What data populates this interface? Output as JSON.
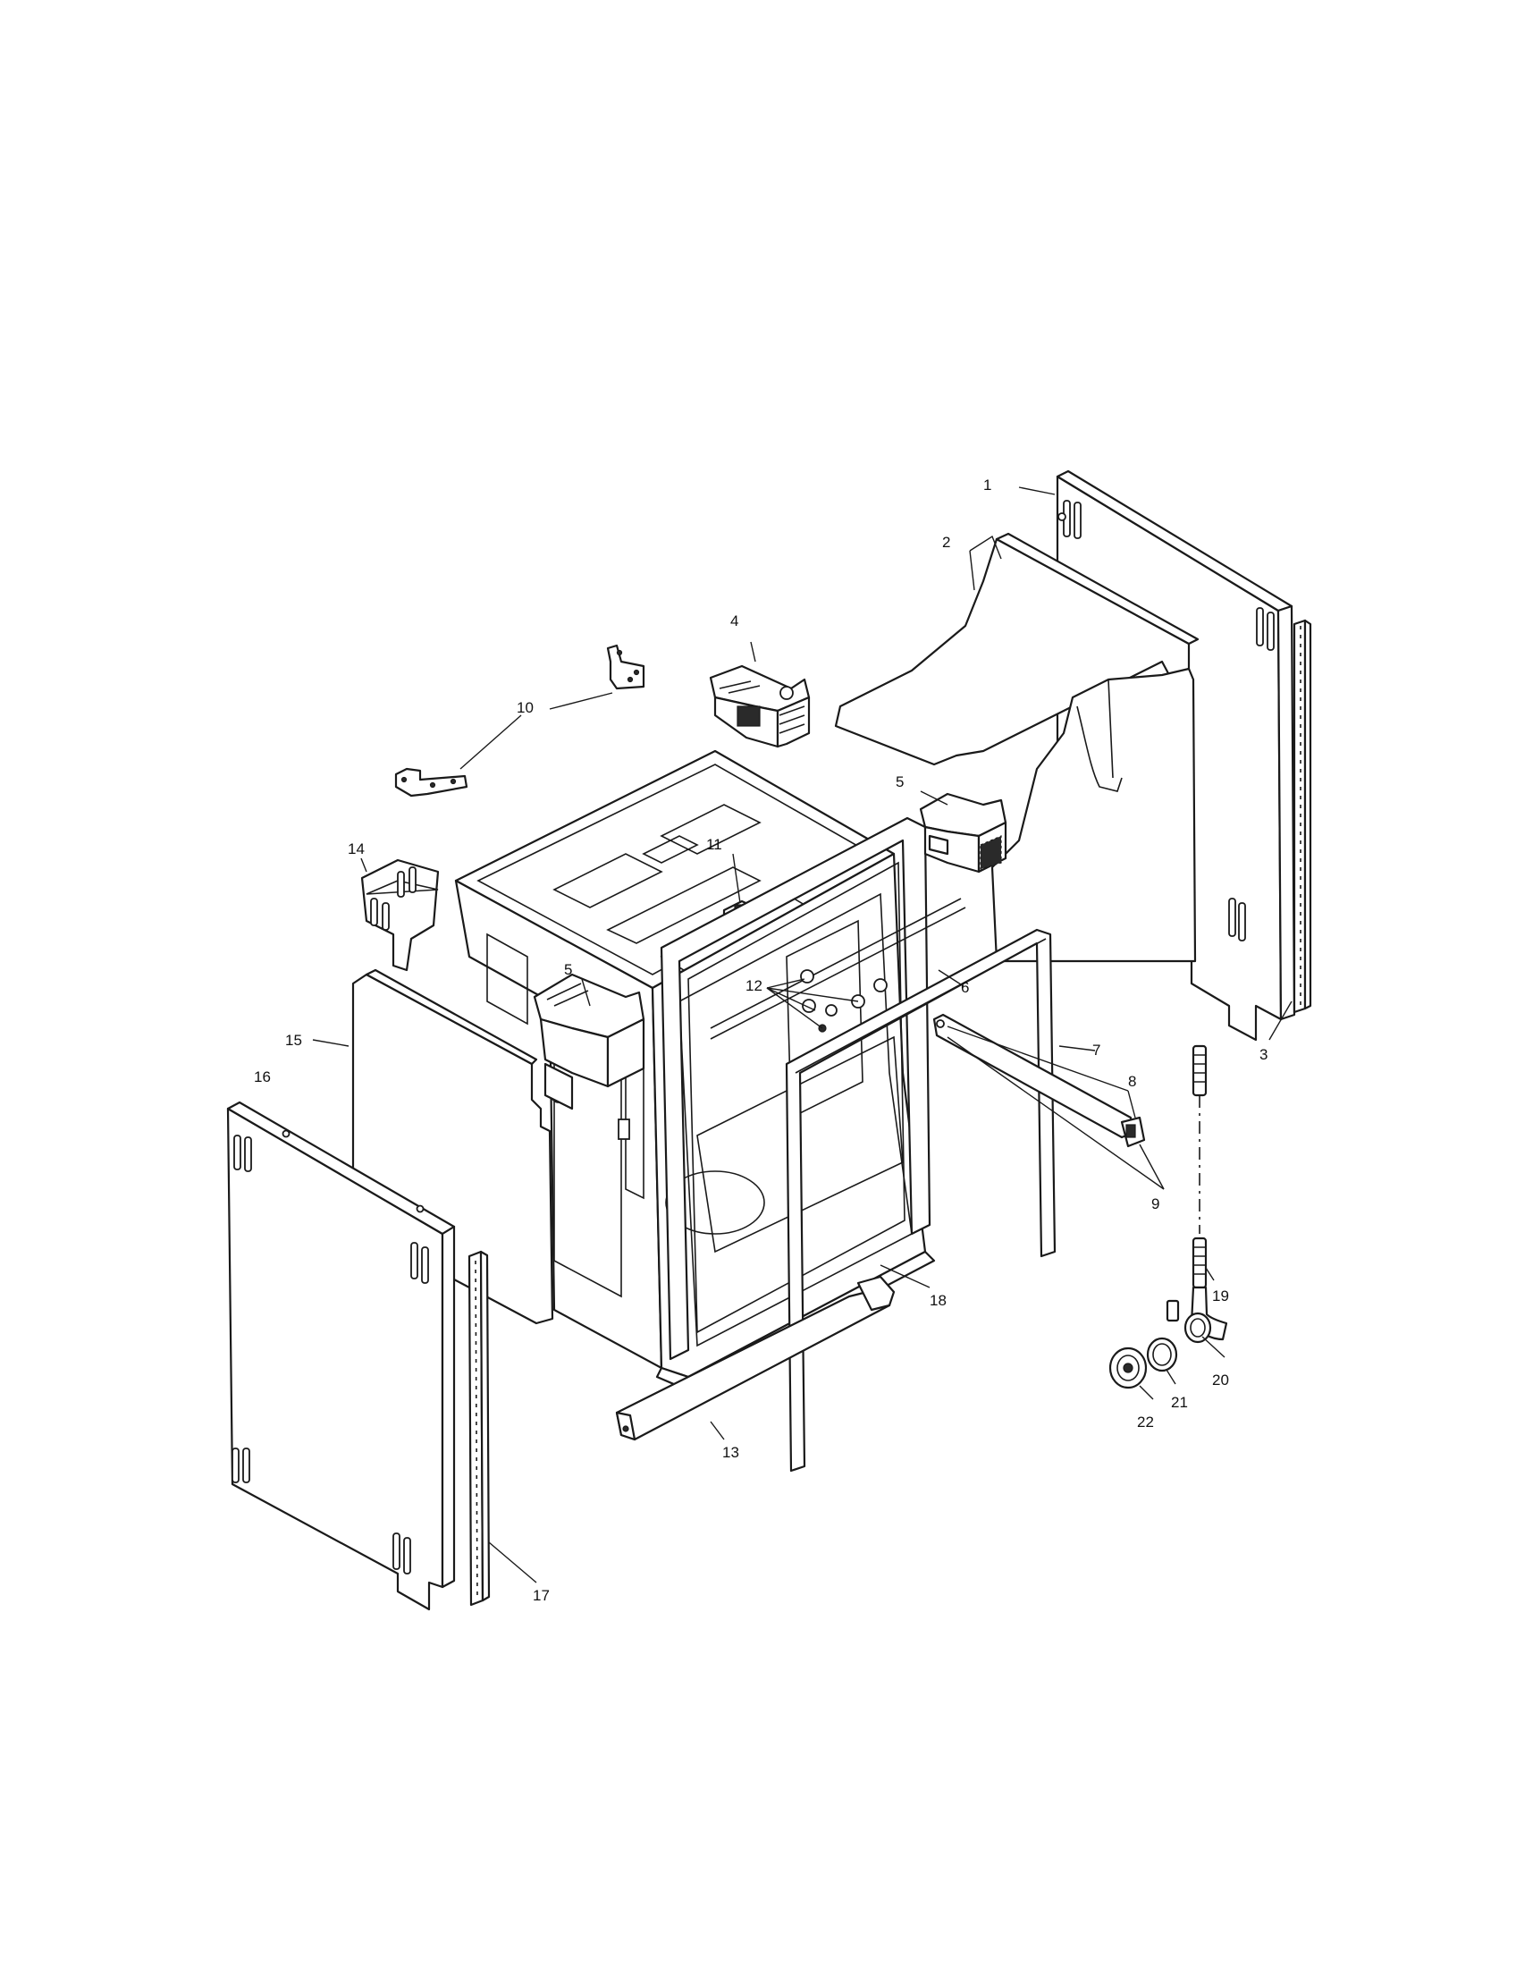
{
  "callouts": [
    {
      "id": "c1",
      "text": "1"
    },
    {
      "id": "c2",
      "text": "2"
    },
    {
      "id": "c3",
      "text": "3"
    },
    {
      "id": "c4",
      "text": "4"
    },
    {
      "id": "c5a",
      "text": "5"
    },
    {
      "id": "c5b",
      "text": "5"
    },
    {
      "id": "c6",
      "text": "6"
    },
    {
      "id": "c7",
      "text": "7"
    },
    {
      "id": "c8",
      "text": "8"
    },
    {
      "id": "c9",
      "text": "9"
    },
    {
      "id": "c10",
      "text": "10"
    },
    {
      "id": "c11",
      "text": "11"
    },
    {
      "id": "c12",
      "text": "12"
    },
    {
      "id": "c13",
      "text": "13"
    },
    {
      "id": "c14",
      "text": "14"
    },
    {
      "id": "c15",
      "text": "15"
    },
    {
      "id": "c16",
      "text": "16"
    },
    {
      "id": "c17",
      "text": "17"
    },
    {
      "id": "c18",
      "text": "18"
    },
    {
      "id": "c19",
      "text": "19"
    },
    {
      "id": "c20",
      "text": "20"
    },
    {
      "id": "c21",
      "text": "21"
    },
    {
      "id": "c22",
      "text": "22"
    }
  ],
  "colors": {
    "line": "#1a1a1a",
    "background": "#ffffff"
  }
}
